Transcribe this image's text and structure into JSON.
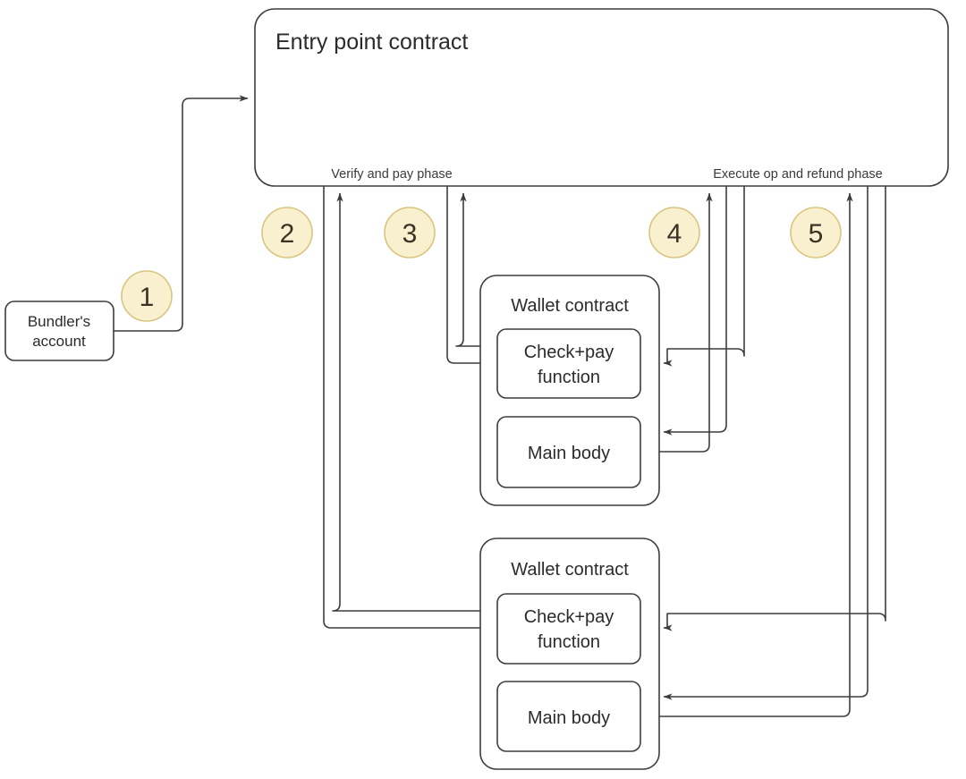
{
  "diagram": {
    "title": "Entry point contract",
    "phases": [
      {
        "id": "verify",
        "label": "Verify and pay phase"
      },
      {
        "id": "execute",
        "label": "Execute op and refund phase"
      }
    ],
    "actor": {
      "line1": "Bundler's",
      "line2": "account"
    },
    "steps": [
      {
        "number": "1"
      },
      {
        "number": "2"
      },
      {
        "number": "3"
      },
      {
        "number": "4"
      },
      {
        "number": "5"
      }
    ],
    "wallets": [
      {
        "title": "Wallet contract",
        "parts": [
          {
            "line1": "Check+pay",
            "line2": "function"
          },
          {
            "line1": "Main body",
            "line2": ""
          }
        ]
      },
      {
        "title": "Wallet contract",
        "parts": [
          {
            "line1": "Check+pay",
            "line2": "function"
          },
          {
            "line1": "Main body",
            "line2": ""
          }
        ]
      }
    ],
    "colors": {
      "badge_fill": "#f8f0ce",
      "badge_stroke": "#d9c57f",
      "stroke": "#3d3d3d",
      "text": "#2b2b2b",
      "background": "#ffffff"
    }
  }
}
